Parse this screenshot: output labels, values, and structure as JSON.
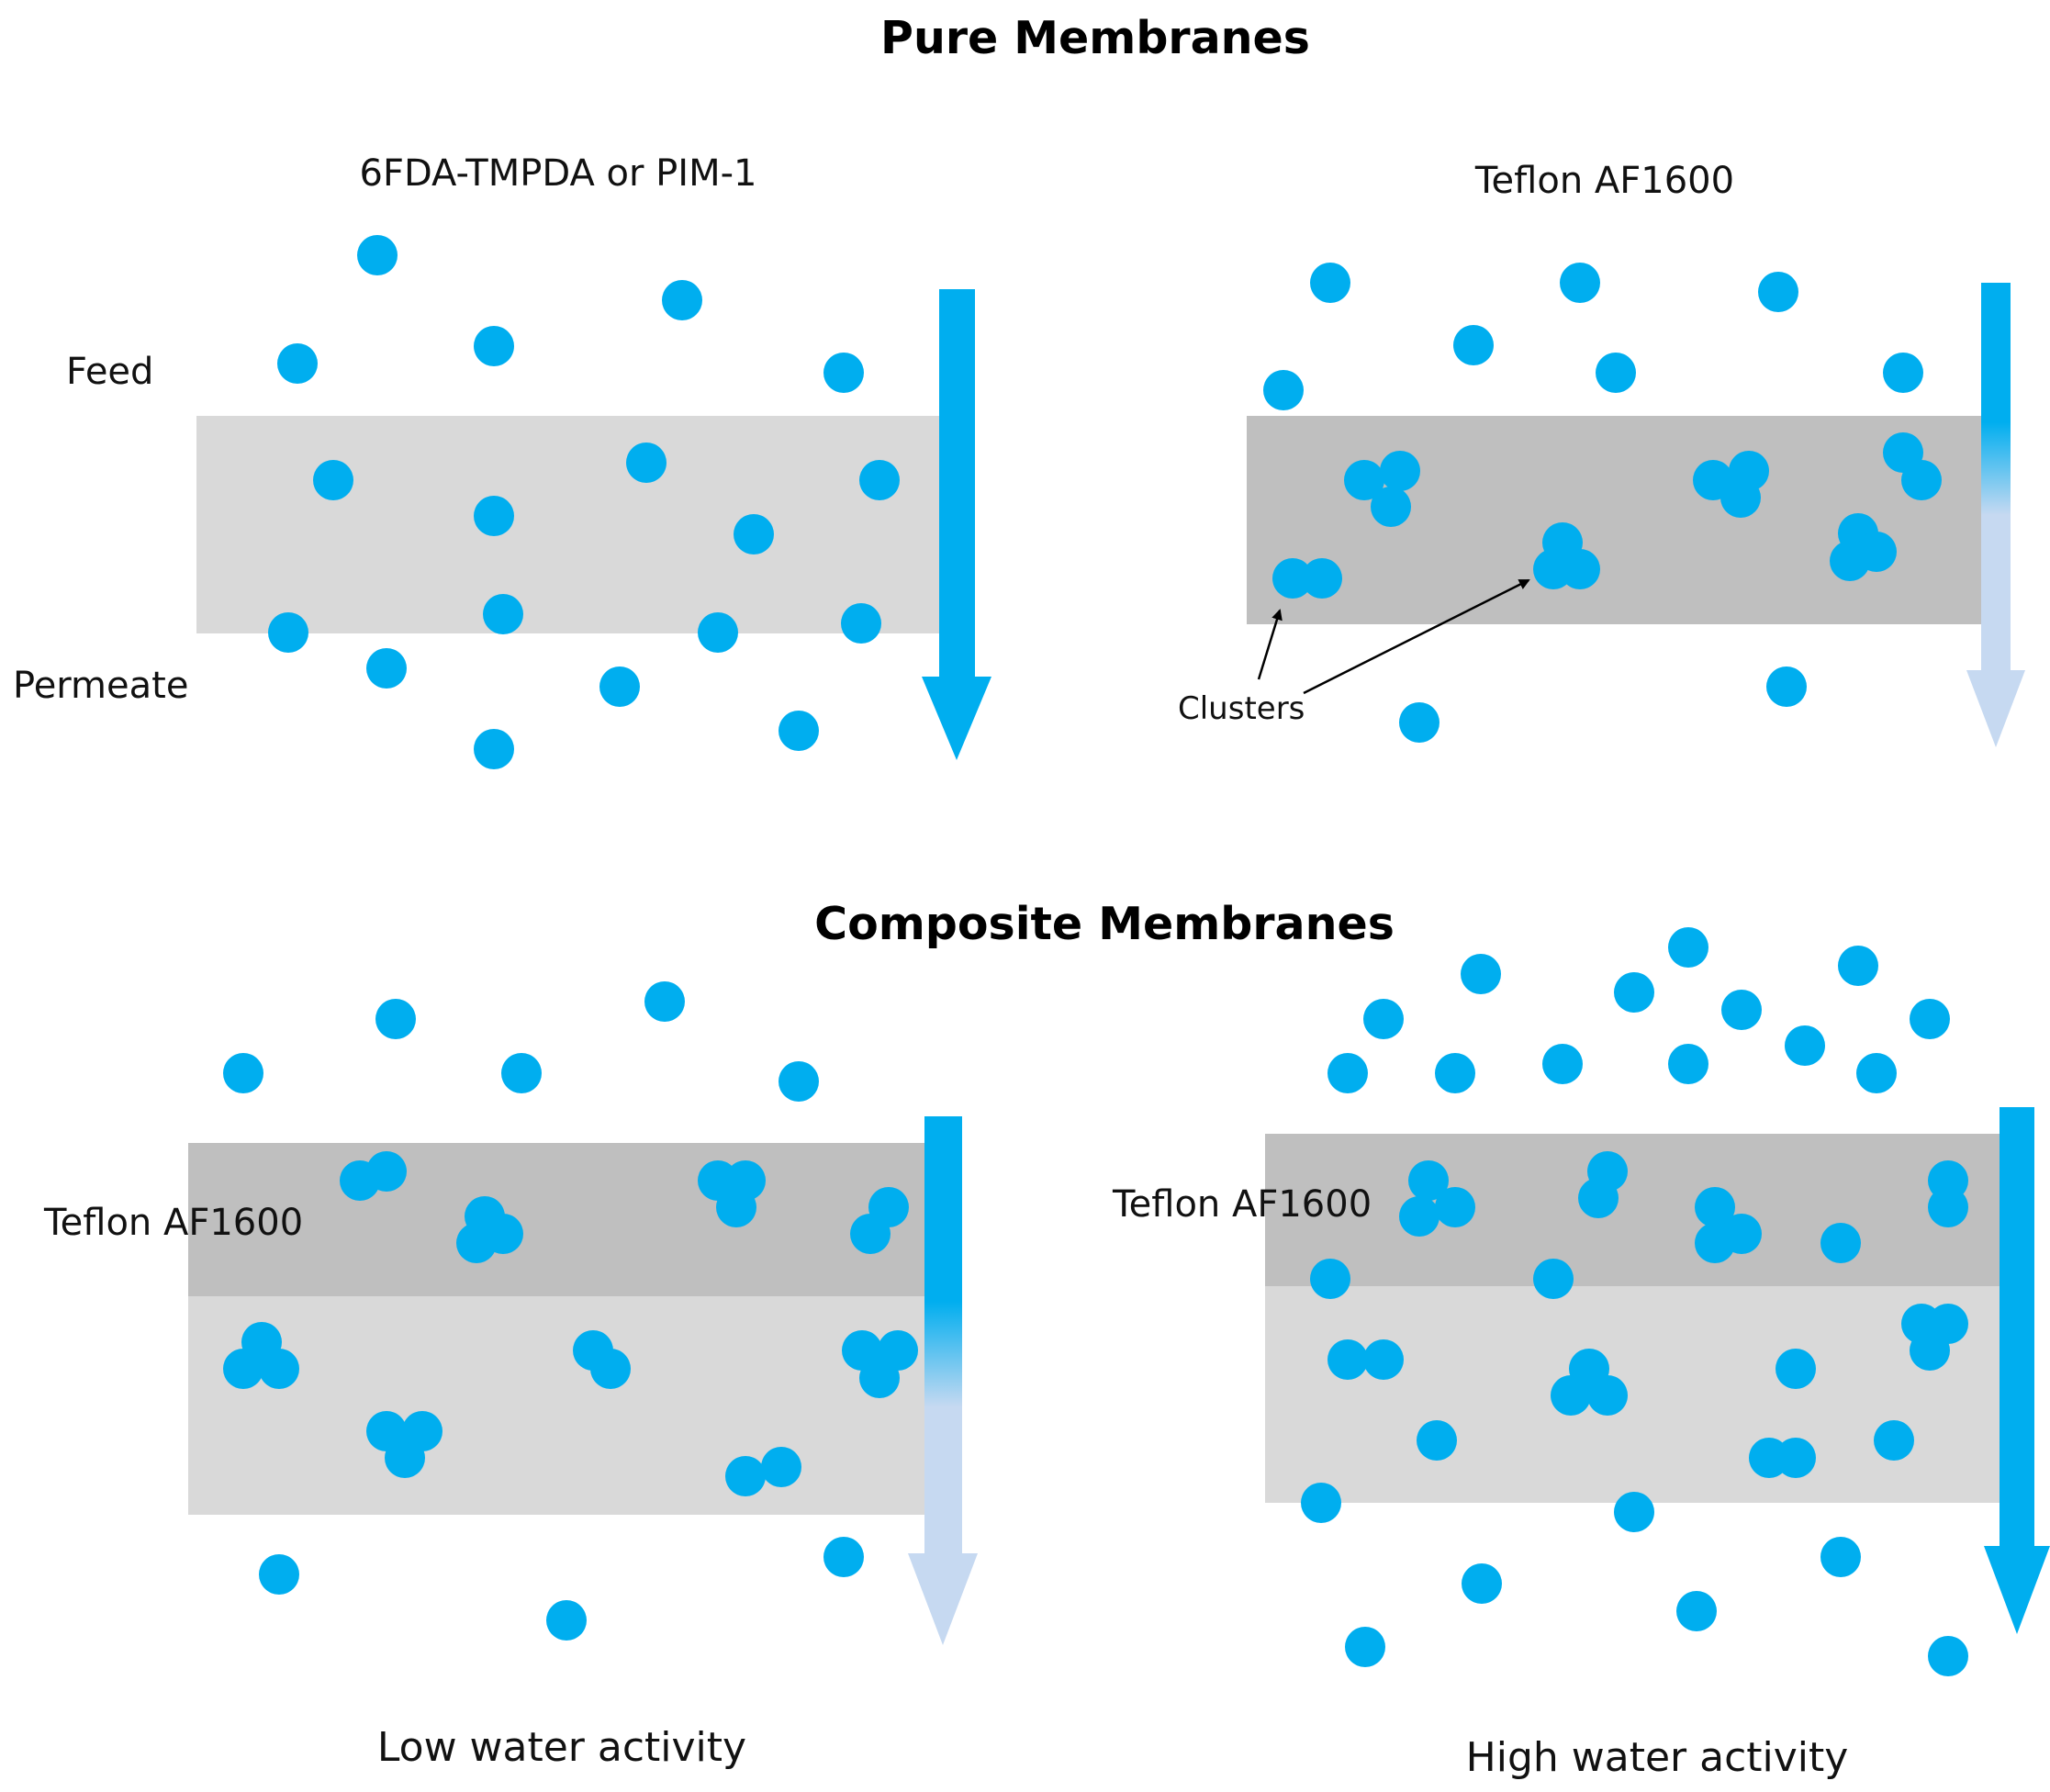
{
  "titles": {
    "pure": "Pure Membranes",
    "composite": "Composite Membranes"
  },
  "labels": {
    "pure_left_material": "6FDA-TMPDA or PIM-1",
    "pure_right_material": "Teflon AF1600",
    "feed": "Feed",
    "permeate": "Permeate",
    "clusters": "Clusters",
    "composite_left_layer": "Teflon AF1600",
    "composite_right_layer": "Teflon AF1600",
    "low_activity": "Low water activity",
    "high_activity": "High water activity"
  },
  "colors": {
    "molecule": "#00aeef",
    "membrane_light": "#d9d9d9",
    "membrane_dark": "#bfbfbf",
    "arrow_solid": "#00aeef",
    "arrow_faded": "#c6d9f1"
  },
  "icons": {
    "molecule": "water-molecule-icon",
    "cluster": "water-cluster-icon",
    "flux_arrow": "flux-arrow-icon"
  }
}
